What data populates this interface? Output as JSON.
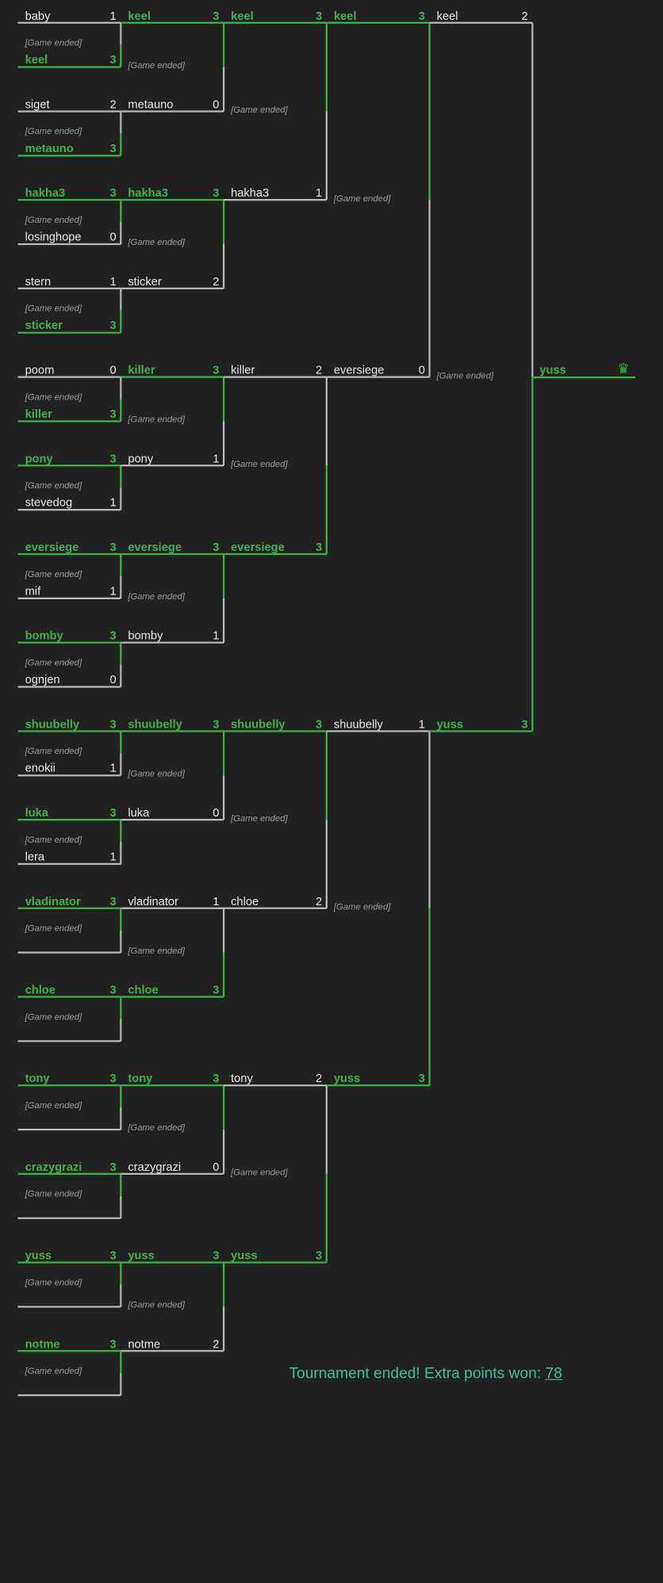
{
  "colors": {
    "background": "#212121",
    "winner": "#3fb24a",
    "loser_text": "#e8e8e8",
    "loser_line": "#b9b9b9",
    "status_text": "#9a9a9a",
    "footer": "#3fbf9c"
  },
  "status_label": "[Game ended]",
  "champion": {
    "name": "yuss",
    "icon": "crown-icon",
    "glyph": "♛"
  },
  "rounds": [
    {
      "matches": [
        {
          "players": [
            {
              "name": "baby",
              "score": "1",
              "winner": false
            },
            {
              "name": "keel",
              "score": "3",
              "winner": true
            }
          ]
        },
        {
          "players": [
            {
              "name": "siget",
              "score": "2",
              "winner": false
            },
            {
              "name": "metauno",
              "score": "3",
              "winner": true
            }
          ]
        },
        {
          "players": [
            {
              "name": "hakha3",
              "score": "3",
              "winner": true
            },
            {
              "name": "losinghope",
              "score": "0",
              "winner": false
            }
          ]
        },
        {
          "players": [
            {
              "name": "stern",
              "score": "1",
              "winner": false
            },
            {
              "name": "sticker",
              "score": "3",
              "winner": true
            }
          ]
        },
        {
          "players": [
            {
              "name": "poom",
              "score": "0",
              "winner": false
            },
            {
              "name": "killer",
              "score": "3",
              "winner": true
            }
          ]
        },
        {
          "players": [
            {
              "name": "pony",
              "score": "3",
              "winner": true
            },
            {
              "name": "stevedog",
              "score": "1",
              "winner": false
            }
          ]
        },
        {
          "players": [
            {
              "name": "eversiege",
              "score": "3",
              "winner": true
            },
            {
              "name": "mif",
              "score": "1",
              "winner": false
            }
          ]
        },
        {
          "players": [
            {
              "name": "bomby",
              "score": "3",
              "winner": true
            },
            {
              "name": "ognjen",
              "score": "0",
              "winner": false
            }
          ]
        },
        {
          "players": [
            {
              "name": "shuubelly",
              "score": "3",
              "winner": true
            },
            {
              "name": "enokii",
              "score": "1",
              "winner": false
            }
          ]
        },
        {
          "players": [
            {
              "name": "luka",
              "score": "3",
              "winner": true
            },
            {
              "name": "lera",
              "score": "1",
              "winner": false
            }
          ]
        },
        {
          "players": [
            {
              "name": "vladinator",
              "score": "3",
              "winner": true
            },
            {
              "name": "",
              "score": "",
              "winner": false
            }
          ]
        },
        {
          "players": [
            {
              "name": "chloe",
              "score": "3",
              "winner": true
            },
            {
              "name": "",
              "score": "",
              "winner": false
            }
          ]
        },
        {
          "players": [
            {
              "name": "tony",
              "score": "3",
              "winner": true
            },
            {
              "name": "",
              "score": "",
              "winner": false
            }
          ]
        },
        {
          "players": [
            {
              "name": "crazygrazi",
              "score": "3",
              "winner": true
            },
            {
              "name": "",
              "score": "",
              "winner": false
            }
          ]
        },
        {
          "players": [
            {
              "name": "yuss",
              "score": "3",
              "winner": true
            },
            {
              "name": "",
              "score": "",
              "winner": false
            }
          ]
        },
        {
          "players": [
            {
              "name": "notme",
              "score": "3",
              "winner": true
            },
            {
              "name": "",
              "score": "",
              "winner": false
            }
          ]
        }
      ]
    },
    {
      "matches": [
        {
          "players": [
            {
              "name": "keel",
              "score": "3",
              "winner": true
            },
            {
              "name": "metauno",
              "score": "0",
              "winner": false
            }
          ]
        },
        {
          "players": [
            {
              "name": "hakha3",
              "score": "3",
              "winner": true
            },
            {
              "name": "sticker",
              "score": "2",
              "winner": false
            }
          ]
        },
        {
          "players": [
            {
              "name": "killer",
              "score": "3",
              "winner": true
            },
            {
              "name": "pony",
              "score": "1",
              "winner": false
            }
          ]
        },
        {
          "players": [
            {
              "name": "eversiege",
              "score": "3",
              "winner": true
            },
            {
              "name": "bomby",
              "score": "1",
              "winner": false
            }
          ]
        },
        {
          "players": [
            {
              "name": "shuubelly",
              "score": "3",
              "winner": true
            },
            {
              "name": "luka",
              "score": "0",
              "winner": false
            }
          ]
        },
        {
          "players": [
            {
              "name": "vladinator",
              "score": "1",
              "winner": false
            },
            {
              "name": "chloe",
              "score": "3",
              "winner": true
            }
          ]
        },
        {
          "players": [
            {
              "name": "tony",
              "score": "3",
              "winner": true
            },
            {
              "name": "crazygrazi",
              "score": "0",
              "winner": false
            }
          ]
        },
        {
          "players": [
            {
              "name": "yuss",
              "score": "3",
              "winner": true
            },
            {
              "name": "notme",
              "score": "2",
              "winner": false
            }
          ]
        }
      ]
    },
    {
      "matches": [
        {
          "players": [
            {
              "name": "keel",
              "score": "3",
              "winner": true
            },
            {
              "name": "hakha3",
              "score": "1",
              "winner": false
            }
          ]
        },
        {
          "players": [
            {
              "name": "killer",
              "score": "2",
              "winner": false
            },
            {
              "name": "eversiege",
              "score": "3",
              "winner": true
            }
          ]
        },
        {
          "players": [
            {
              "name": "shuubelly",
              "score": "3",
              "winner": true
            },
            {
              "name": "chloe",
              "score": "2",
              "winner": false
            }
          ]
        },
        {
          "players": [
            {
              "name": "tony",
              "score": "2",
              "winner": false
            },
            {
              "name": "yuss",
              "score": "3",
              "winner": true
            }
          ]
        }
      ]
    },
    {
      "matches": [
        {
          "players": [
            {
              "name": "keel",
              "score": "3",
              "winner": true
            },
            {
              "name": "eversiege",
              "score": "0",
              "winner": false
            }
          ]
        },
        {
          "players": [
            {
              "name": "shuubelly",
              "score": "1",
              "winner": false
            },
            {
              "name": "yuss",
              "score": "3",
              "winner": true
            }
          ]
        }
      ]
    },
    {
      "matches": [
        {
          "players": [
            {
              "name": "keel",
              "score": "2",
              "winner": false
            },
            {
              "name": "yuss",
              "score": "3",
              "winner": true
            }
          ]
        }
      ]
    }
  ],
  "footer": {
    "text": "Tournament ended! Extra points won: ",
    "points": "78"
  }
}
